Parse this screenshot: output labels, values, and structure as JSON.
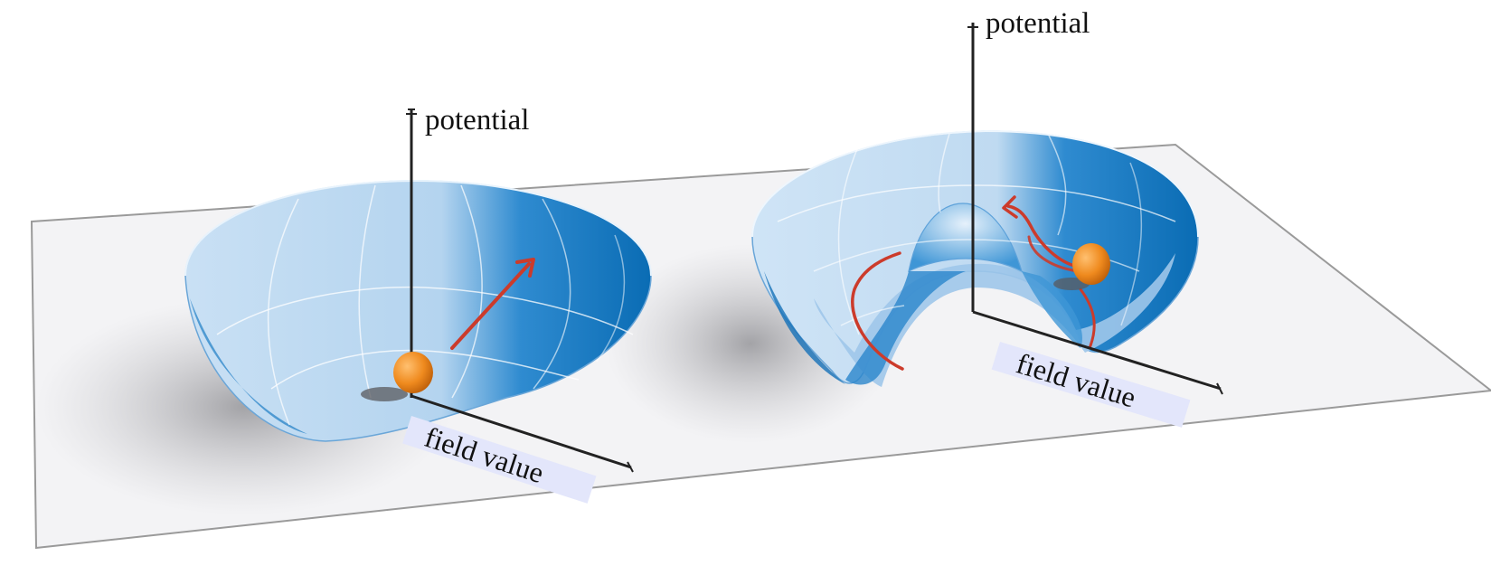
{
  "left_panel": {
    "vertical_axis_label": "potential",
    "horizontal_axis_label": "field value"
  },
  "right_panel": {
    "vertical_axis_label": "potential",
    "horizontal_axis_label": "field value"
  },
  "colors": {
    "surface_light": "#cfe4f6",
    "surface_dark": "#0a6fb8",
    "ball": "#f08a1c",
    "arrow": "#cc3b2b",
    "plane": "#f2f2f4"
  }
}
